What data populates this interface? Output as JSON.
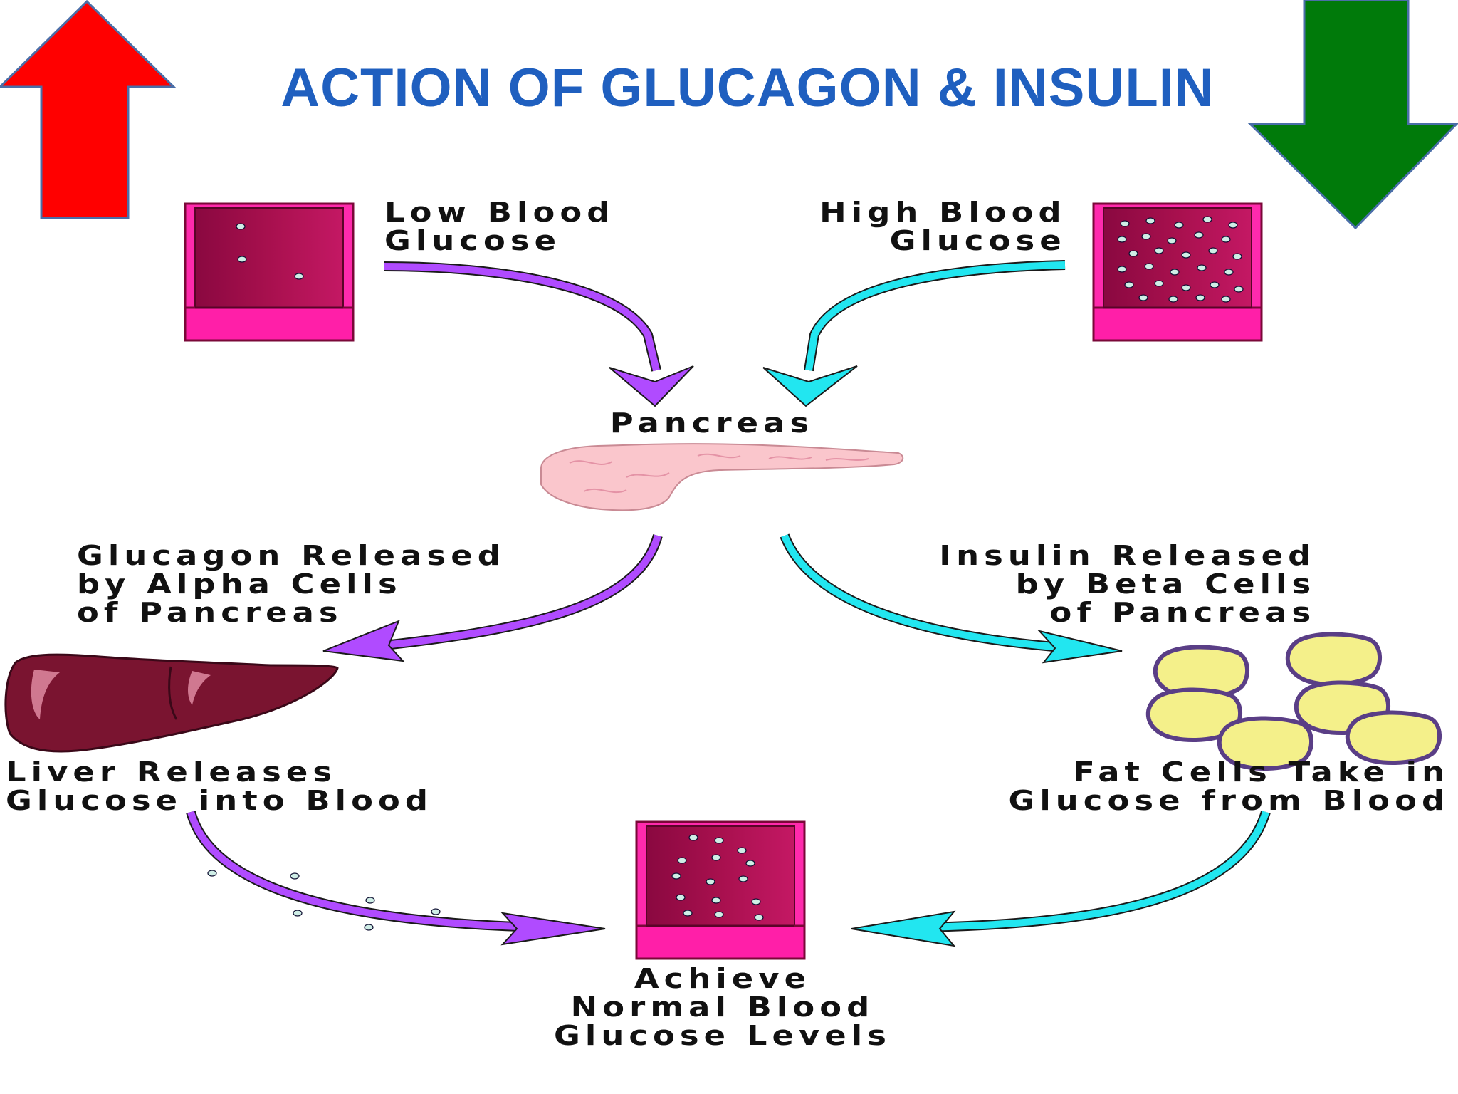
{
  "title": "ACTION OF GLUCAGON & INSULIN",
  "labels": {
    "low_glucose": "Low Blood\nGlucose",
    "high_glucose": "High Blood\nGlucose",
    "pancreas": "Pancreas",
    "glucagon_released": "Glucagon Released\nby Alpha Cells\nof Pancreas",
    "insulin_released": "Insulin Released\nby Beta Cells\nof Pancreas",
    "liver_releases": "Liver Releases\nGlucose into Blood",
    "fat_cells": "Fat Cells Take in\nGlucose from Blood",
    "normal_glucose": "Achieve\nNormal Blood\nGlucose Levels"
  },
  "colors": {
    "title": "#1f5fbf",
    "up_arrow": "#ff0000",
    "down_arrow": "#007a0a",
    "glucagon_path": "#b04bff",
    "insulin_path": "#22e6f0",
    "vessel": "#ff1fa8",
    "vessel_dark": "#9b0a4a",
    "liver": "#7a1430",
    "fat_cell": "#f4f08a",
    "pancreas": "#f9c8cc"
  },
  "icons": [
    "up-arrow-icon",
    "down-arrow-icon",
    "blood-vessel-icon",
    "pancreas-icon",
    "liver-icon",
    "fat-cells-icon"
  ]
}
